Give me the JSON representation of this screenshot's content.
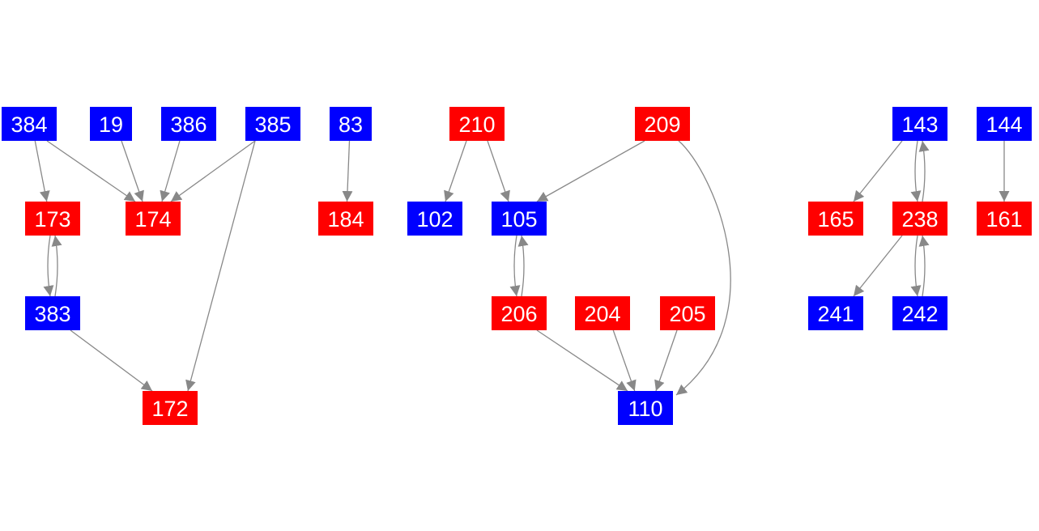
{
  "colors": {
    "blue": "#0000ff",
    "red": "#ff0000",
    "edge": "#888888",
    "label": "#ffffff"
  },
  "nodes": [
    {
      "id": "384",
      "label": "384",
      "color": "blue"
    },
    {
      "id": "19",
      "label": "19",
      "color": "blue"
    },
    {
      "id": "386",
      "label": "386",
      "color": "blue"
    },
    {
      "id": "385",
      "label": "385",
      "color": "blue"
    },
    {
      "id": "83",
      "label": "83",
      "color": "blue"
    },
    {
      "id": "210",
      "label": "210",
      "color": "red"
    },
    {
      "id": "209",
      "label": "209",
      "color": "red"
    },
    {
      "id": "143",
      "label": "143",
      "color": "blue"
    },
    {
      "id": "144",
      "label": "144",
      "color": "blue"
    },
    {
      "id": "173",
      "label": "173",
      "color": "red"
    },
    {
      "id": "174",
      "label": "174",
      "color": "red"
    },
    {
      "id": "184",
      "label": "184",
      "color": "red"
    },
    {
      "id": "102",
      "label": "102",
      "color": "blue"
    },
    {
      "id": "105",
      "label": "105",
      "color": "blue"
    },
    {
      "id": "165",
      "label": "165",
      "color": "red"
    },
    {
      "id": "238",
      "label": "238",
      "color": "red"
    },
    {
      "id": "161",
      "label": "161",
      "color": "red"
    },
    {
      "id": "383",
      "label": "383",
      "color": "blue"
    },
    {
      "id": "206",
      "label": "206",
      "color": "red"
    },
    {
      "id": "204",
      "label": "204",
      "color": "red"
    },
    {
      "id": "205",
      "label": "205",
      "color": "red"
    },
    {
      "id": "241",
      "label": "241",
      "color": "blue"
    },
    {
      "id": "242",
      "label": "242",
      "color": "blue"
    },
    {
      "id": "172",
      "label": "172",
      "color": "red"
    },
    {
      "id": "110",
      "label": "110",
      "color": "blue"
    }
  ],
  "edges": [
    {
      "from": "384",
      "to": "173"
    },
    {
      "from": "384",
      "to": "174"
    },
    {
      "from": "19",
      "to": "174"
    },
    {
      "from": "386",
      "to": "174"
    },
    {
      "from": "385",
      "to": "174"
    },
    {
      "from": "385",
      "to": "172"
    },
    {
      "from": "173",
      "to": "383"
    },
    {
      "from": "383",
      "to": "173"
    },
    {
      "from": "383",
      "to": "172"
    },
    {
      "from": "83",
      "to": "184"
    },
    {
      "from": "210",
      "to": "102"
    },
    {
      "from": "210",
      "to": "105"
    },
    {
      "from": "209",
      "to": "105"
    },
    {
      "from": "209",
      "to": "110"
    },
    {
      "from": "105",
      "to": "206"
    },
    {
      "from": "206",
      "to": "105"
    },
    {
      "from": "206",
      "to": "110"
    },
    {
      "from": "204",
      "to": "110"
    },
    {
      "from": "205",
      "to": "110"
    },
    {
      "from": "143",
      "to": "165"
    },
    {
      "from": "143",
      "to": "238"
    },
    {
      "from": "238",
      "to": "143"
    },
    {
      "from": "238",
      "to": "241"
    },
    {
      "from": "238",
      "to": "242"
    },
    {
      "from": "242",
      "to": "238"
    },
    {
      "from": "144",
      "to": "161"
    }
  ]
}
